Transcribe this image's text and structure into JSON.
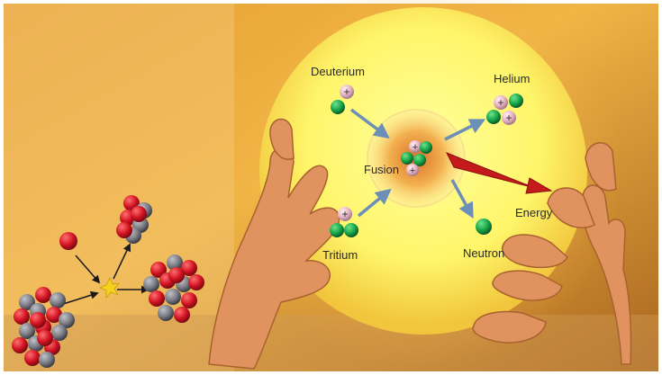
{
  "labels": {
    "deuterium": "Deuterium",
    "helium": "Helium",
    "fusion": "Fusion",
    "energy": "Energy",
    "tritium": "Tritium",
    "neutron": "Neutron"
  },
  "particles": {
    "proton_symbol": "+",
    "proton_color": "#e6b3c3",
    "neutron_color": "#17a64a"
  },
  "colors": {
    "globe": "#fff56a",
    "energy_arrow": "#c41a1a",
    "blue_arrow": "#6c8fb8",
    "fission_red": "#d41424",
    "fission_grey": "#7b7b85"
  }
}
